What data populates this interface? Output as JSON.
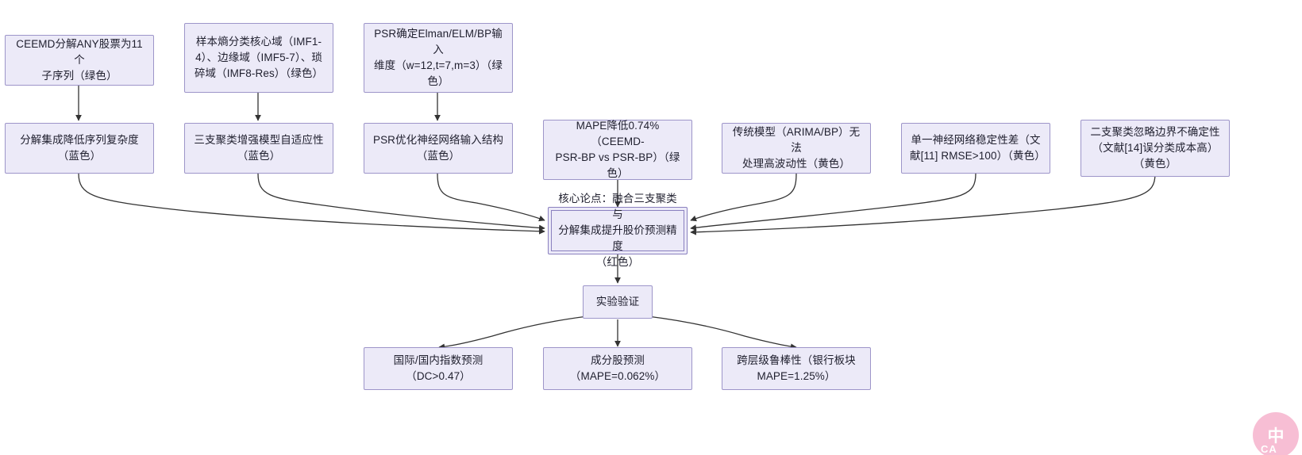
{
  "diagram": {
    "type": "flowchart",
    "title": "",
    "background_color": "#ffffff",
    "node_fill": "#ECEAF8",
    "node_border": "#9D95C9",
    "edge_color": "#333333",
    "nodes": {
      "premise_1": "CEEMD分解ANY股票为11个\n子序列（绿色）",
      "premise_2": "样本熵分类核心域（IMF1-\n4）、边缘域（IMF5-7）、琐\n碎域（IMF8-Res）（绿色）",
      "premise_3": "PSR确定Elman/ELM/BP输入\n维度（w=12,t=7,m=3）（绿\n色）",
      "support_1": "分解集成降低序列复杂度\n（蓝色）",
      "support_2": "三支聚类增强模型自适应性\n（蓝色）",
      "support_3": "PSR优化神经网络输入结构\n（蓝色）",
      "evidence_1": "MAPE降低0.74%（CEEMD-\nPSR-BP vs PSR-BP）（绿\n色）",
      "gap_1": "传统模型（ARIMA/BP）无法\n处理高波动性（黄色）",
      "gap_2": "单一神经网络稳定性差（文\n献[11] RMSE>100）（黄色）",
      "gap_3": "二支聚类忽略边界不确定性\n（文献[14]误分类成本高）\n（黄色）",
      "core_claim": "核心论点：融合三支聚类与\n分解集成提升股价预测精度\n（红色）",
      "experiment": "实验验证",
      "result_1": "国际/国内指数预测\n（DC>0.47）",
      "result_2": "成分股预测\n（MAPE=0.062%）",
      "result_3": "跨层级鲁棒性（银行板块\nMAPE=1.25%）"
    },
    "watermark": {
      "main_char": "中",
      "sub_text": "CA",
      "color": "#F4A6C4"
    }
  }
}
